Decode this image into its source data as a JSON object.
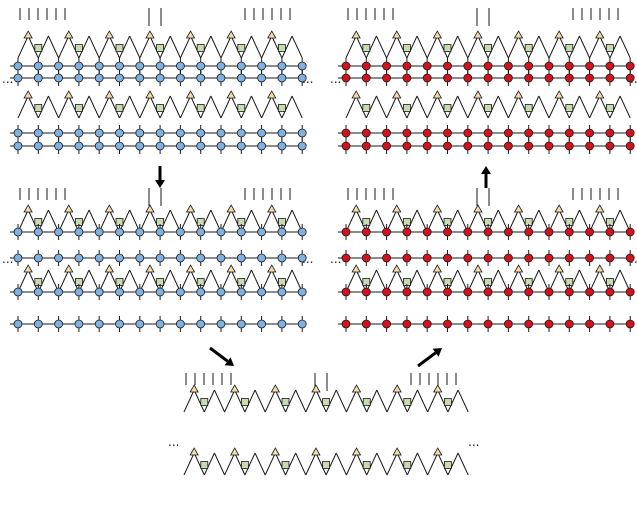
{
  "ellipsis": "...",
  "colors": {
    "line": "#1a1a1a",
    "isometry": "#c9dab0",
    "disentangler": "#f1dcaa",
    "blue_site": "#7fb1e1",
    "red_site": "#d3121d",
    "arrow": "#000000"
  },
  "panels": [
    {
      "id": "top-left",
      "sites": "blue",
      "rows": 2,
      "double": true
    },
    {
      "id": "top-right",
      "sites": "red",
      "rows": 2,
      "double": true
    },
    {
      "id": "middle-left",
      "sites": "blue",
      "rows": 2,
      "double": false
    },
    {
      "id": "middle-right",
      "sites": "red",
      "rows": 2,
      "double": false
    },
    {
      "id": "bottom-center",
      "sites": "none",
      "rows": 2,
      "double": false
    }
  ],
  "arrows": [
    {
      "id": "arrow-down",
      "direction": "down"
    },
    {
      "id": "arrow-diag-down-right",
      "direction": "down-right"
    },
    {
      "id": "arrow-diag-up-right",
      "direction": "up-right"
    },
    {
      "id": "arrow-up",
      "direction": "up"
    }
  ]
}
